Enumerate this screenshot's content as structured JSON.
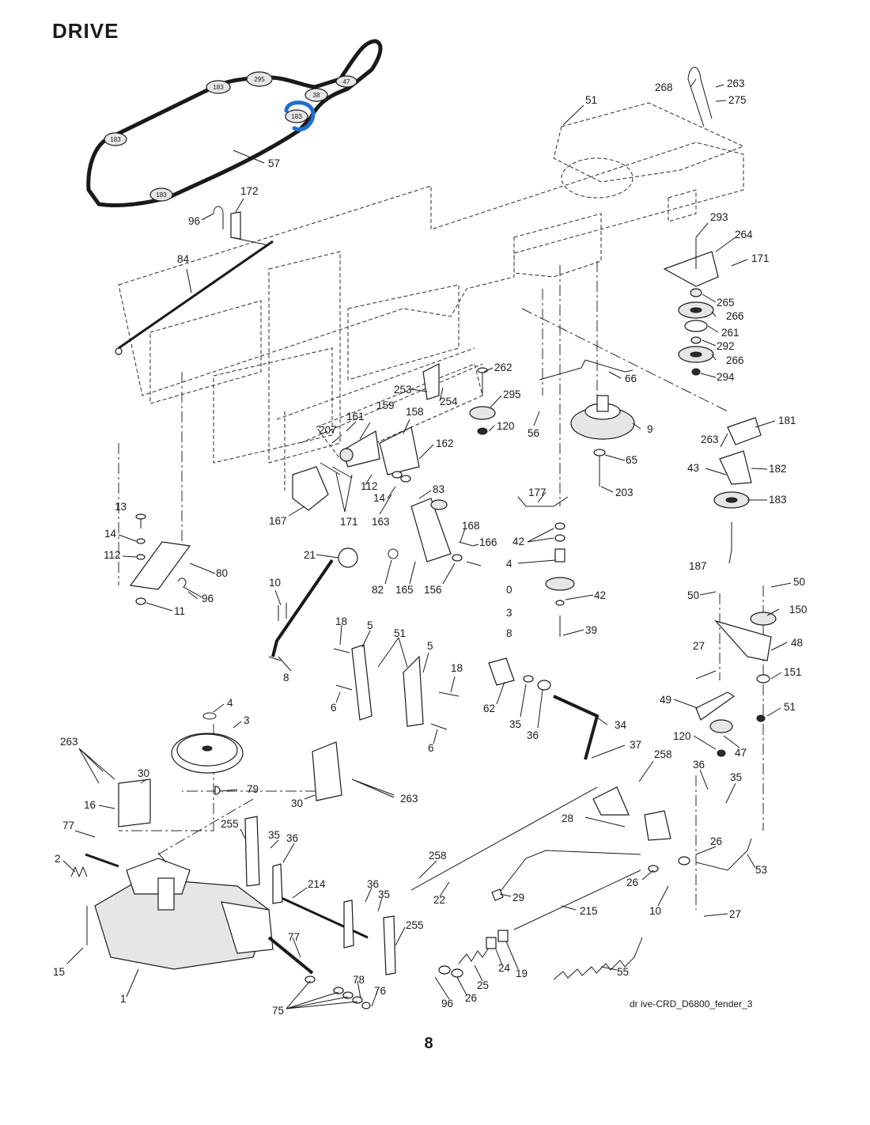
{
  "title": "DRIVE",
  "caption": "dr ive-CRD_D6800_fender_3",
  "page_number": "8",
  "colors": {
    "ink": "#1a1a1a",
    "highlight": "#1f6fd1"
  },
  "belt_pulley_tags": [
    "295",
    "183",
    "47",
    "38",
    "183",
    "183",
    "183"
  ],
  "callouts": [
    "57",
    "51",
    "268",
    "263",
    "275",
    "172",
    "96",
    "84",
    "293",
    "264",
    "171",
    "265",
    "266",
    "261",
    "292",
    "266",
    "294",
    "262",
    "66",
    "253",
    "254",
    "295",
    "120",
    "56",
    "9",
    "161",
    "159",
    "158",
    "207",
    "162",
    "181",
    "263",
    "65",
    "43",
    "182",
    "112",
    "14",
    "83",
    "183",
    "203",
    "167",
    "171",
    "163",
    "177",
    "13",
    "168",
    "14",
    "42",
    "166",
    "112",
    "21",
    "4",
    "187",
    "80",
    "82",
    "165",
    "156",
    "0",
    "42",
    "96",
    "11",
    "10",
    "50",
    "50",
    "3",
    "150",
    "39",
    "8",
    "18",
    "5",
    "51",
    "5",
    "27",
    "48",
    "8",
    "18",
    "62",
    "151",
    "6",
    "49",
    "51",
    "35",
    "36",
    "34",
    "4",
    "6",
    "3",
    "37",
    "120",
    "47",
    "263",
    "258",
    "36",
    "35",
    "30",
    "79",
    "30",
    "263",
    "16",
    "28",
    "255",
    "35",
    "36",
    "77",
    "26",
    "2",
    "258",
    "53",
    "214",
    "36",
    "35",
    "26",
    "22",
    "29",
    "10",
    "215",
    "27",
    "255",
    "77",
    "15",
    "24",
    "19",
    "55",
    "25",
    "1",
    "78",
    "76",
    "96",
    "26",
    "75"
  ]
}
